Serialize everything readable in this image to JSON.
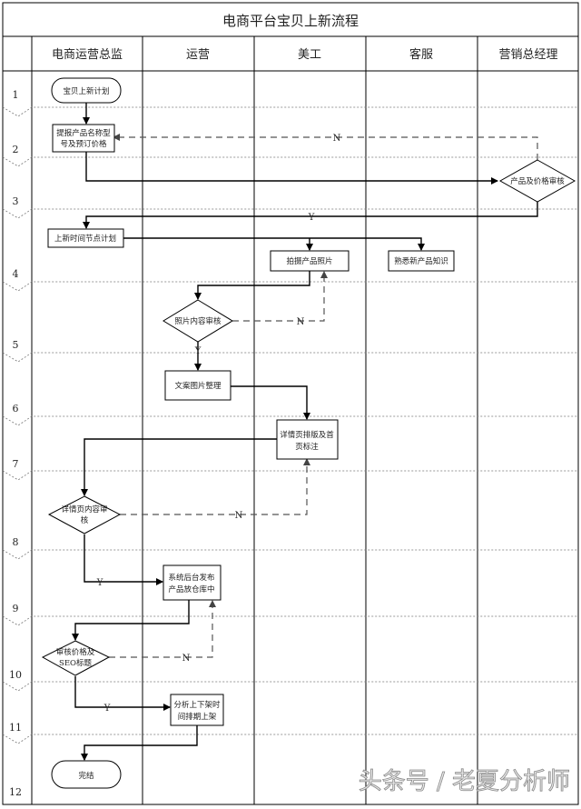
{
  "title": "电商平台宝贝上新流程",
  "lanes": [
    "电商运营总监",
    "运营",
    "美工",
    "客服",
    "营销总经理"
  ],
  "rows": [
    "1",
    "2",
    "3",
    "4",
    "5",
    "6",
    "7",
    "8",
    "9",
    "10",
    "11",
    "12"
  ],
  "nodes": {
    "start": "宝贝上新计划",
    "submit": [
      "提报产品名称型",
      "号及预订价格"
    ],
    "price_review": "产品及价格审核",
    "launch_plan": "上新时间节点计划",
    "photo": "拍摄产品照片",
    "product_knowledge": "熟悉新产品知识",
    "photo_review": "照片内容审核",
    "copy": "文案图片整理",
    "detail_page": [
      "详情页排版及首",
      "页标注"
    ],
    "detail_review": [
      "详情页内容审",
      "核"
    ],
    "publish": [
      "系统后台发布",
      "产品放仓库中"
    ],
    "seo_review": [
      "审核价格及",
      "SEO标题"
    ],
    "analyze": [
      "分析上下架时",
      "间排期上架"
    ],
    "end": "完结"
  },
  "edge_labels": {
    "yes": "Y",
    "no": "N"
  },
  "watermark": "头条号 / 老夏分析师"
}
